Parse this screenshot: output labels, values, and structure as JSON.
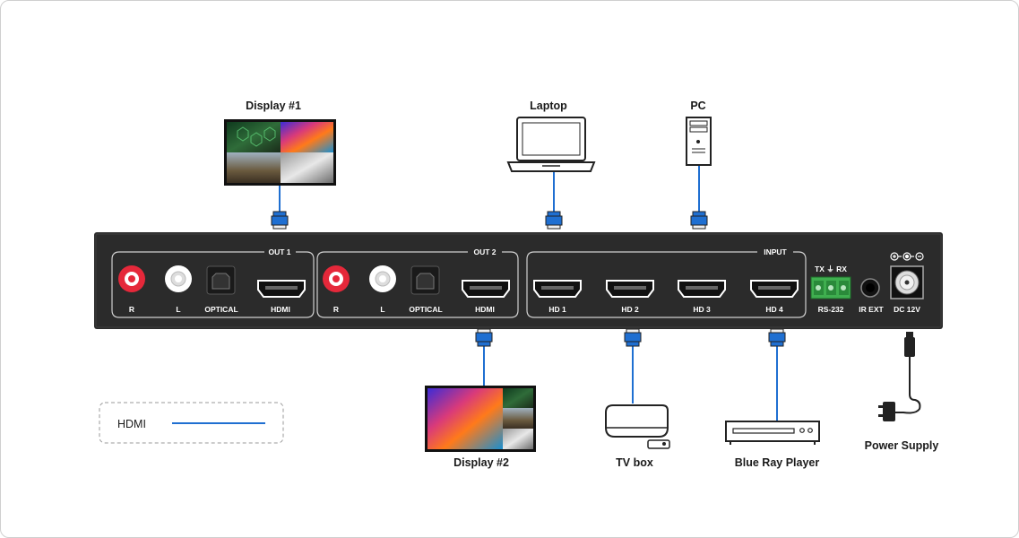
{
  "devices": {
    "display1": "Display #1",
    "laptop": "Laptop",
    "pc": "PC",
    "display2": "Display #2",
    "tvbox": "TV box",
    "bluray": "Blue Ray Player",
    "power": "Power Supply"
  },
  "panel": {
    "out1": "OUT 1",
    "out2": "OUT 2",
    "input": "INPUT",
    "r": "R",
    "l": "L",
    "optical": "OPTICAL",
    "hdmi": "HDMI",
    "hd1": "HD 1",
    "hd2": "HD 2",
    "hd3": "HD 3",
    "hd4": "HD 4",
    "txrx": "TX ⏚ RX",
    "rs232": "RS-232",
    "irext": "IR EXT",
    "dc": "DC 12V"
  },
  "legend": {
    "label": "HDMI",
    "cable_color": "#1f6fd1"
  },
  "colors": {
    "panel": "#2b2b2b",
    "rca_red": "#e5283a",
    "rca_white": "#ffffff",
    "terminal": "#3fae4f"
  }
}
